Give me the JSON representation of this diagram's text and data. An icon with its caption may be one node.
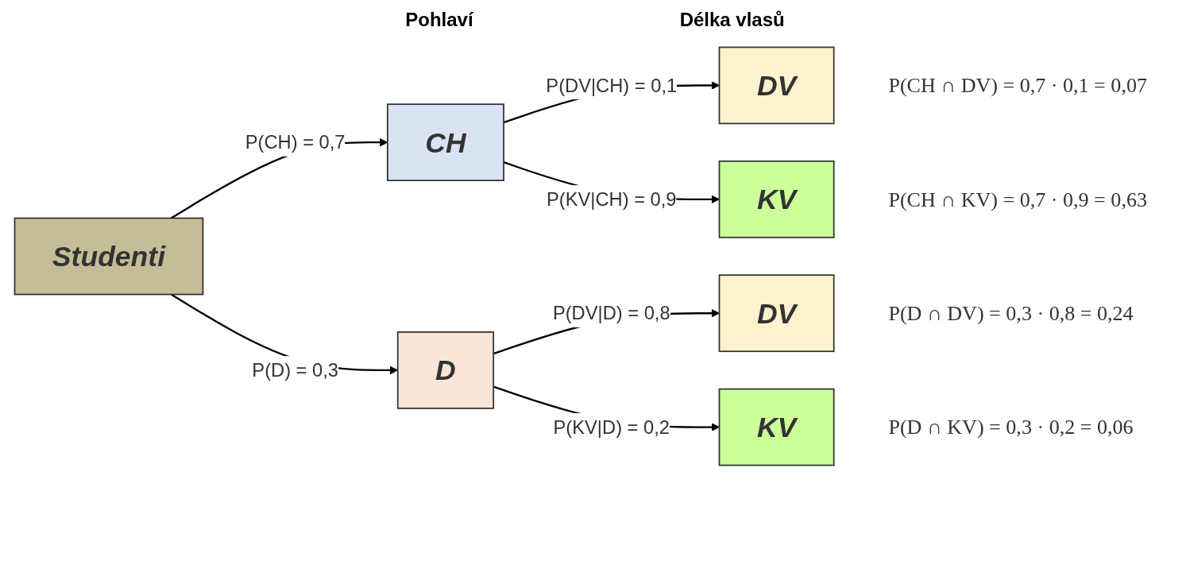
{
  "diagram": {
    "nodes": [
      {
        "text": [
          "Studenti"
        ]
      },
      {
        "text": [
          "CH"
        ]
      },
      {
        "text": [
          "D"
        ]
      },
      {
        "text": [
          "DV"
        ],
        "beside": [
          "P(CH ∩ DV) = 0,7 · 0,1 = 0,07"
        ]
      },
      {
        "text": [
          "KV"
        ],
        "beside": [
          "P(CH ∩ KV) = 0,7 · 0,9 = 0,63"
        ]
      },
      {
        "text": [
          "DV"
        ],
        "beside": [
          "P(D ∩ DV) = 0,3 · 0,8 = 0,24"
        ]
      },
      {
        "text": [
          "KV"
        ],
        "beside": [
          "P(D ∩ KV) = 0,3 · 0,2 = 0,06"
        ]
      }
    ],
    "edges": [
      {
        "from": 0,
        "to": 1,
        "arrow": "to",
        "label": "P(CH) = 0,7"
      },
      {
        "from": 0,
        "to": 2,
        "arrow": "to",
        "label": "P(D) = 0,3"
      },
      {
        "from": 1,
        "to": 3,
        "arrow": "to",
        "label": "P(DV|CH) = 0,1"
      },
      {
        "from": 1,
        "to": 4,
        "arrow": "to",
        "label": "P(KV|CH) = 0,9"
      },
      {
        "from": 2,
        "to": 5,
        "arrow": "to",
        "label": "P(DV|D) = 0,8"
      },
      {
        "from": 2,
        "to": 6,
        "arrow": "to",
        "label": "P(KV|D) = 0,2"
      }
    ],
    "labels": [
      "Pohlaví",
      "Délka vlasů"
    ]
  }
}
